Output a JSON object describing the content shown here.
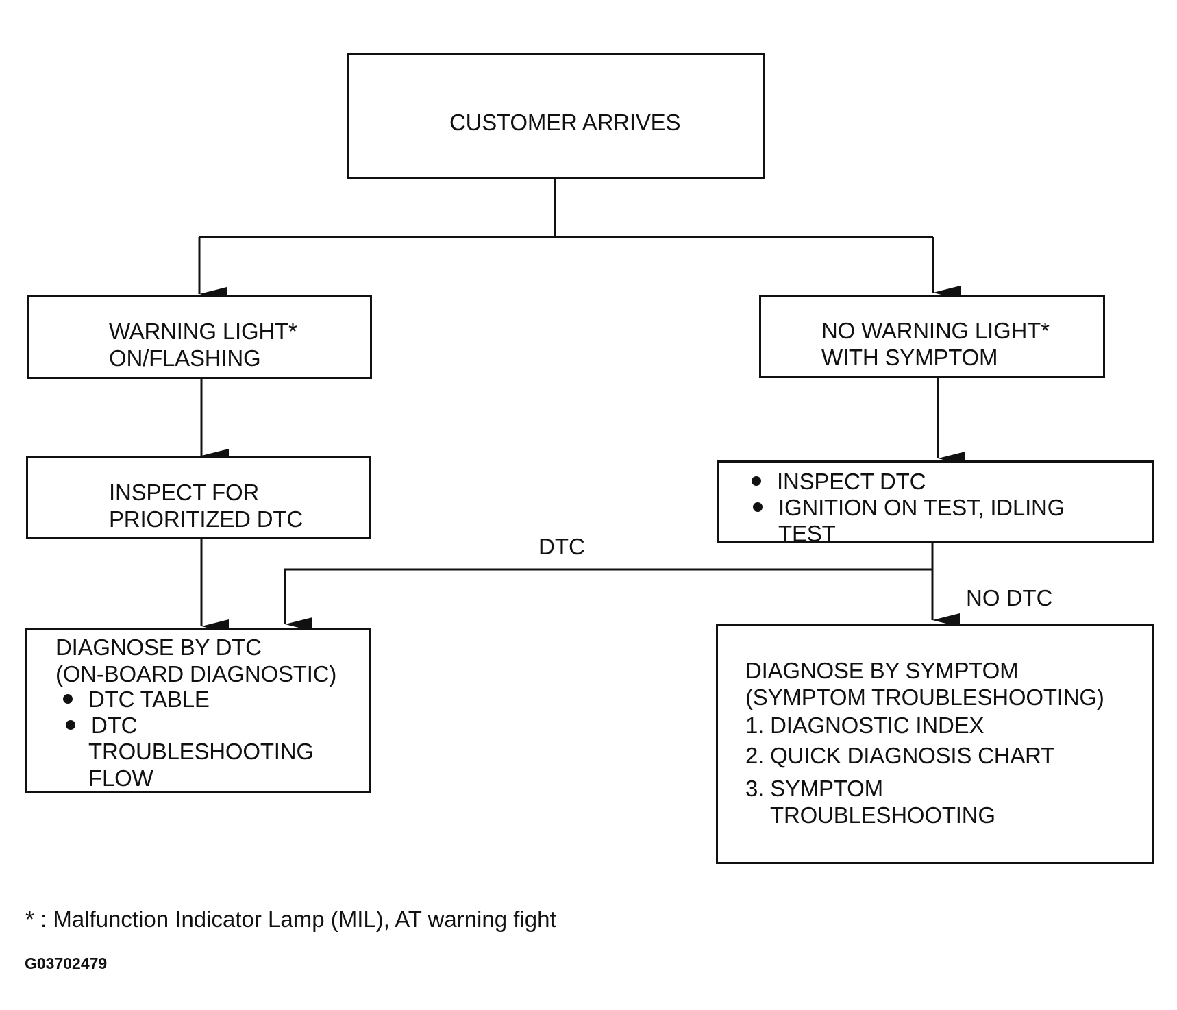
{
  "nodes": {
    "customer_arrives": "CUSTOMER ARRIVES",
    "warning_light": {
      "line1": "WARNING LIGHT*",
      "line2": "ON/FLASHING"
    },
    "no_warning_light": {
      "line1": "NO WARNING LIGHT*",
      "line2": "WITH SYMPTOM"
    },
    "inspect_prioritized": {
      "line1": "INSPECT FOR",
      "line2": "PRIORITIZED DTC"
    },
    "inspect_dtc": {
      "bullet1": "INSPECT DTC",
      "bullet2_line1": "IGNITION ON TEST, IDLING",
      "bullet2_line2": "TEST"
    },
    "diagnose_dtc": {
      "line1": "DIAGNOSE BY DTC",
      "line2": "(ON-BOARD DIAGNOSTIC)",
      "bullet1": "DTC TABLE",
      "bullet2_line1": "DTC",
      "bullet2_line2": "TROUBLESHOOTING",
      "bullet2_line3": "FLOW"
    },
    "diagnose_symptom": {
      "line1": "DIAGNOSE BY SYMPTOM",
      "line2": "(SYMPTOM TROUBLESHOOTING)",
      "item1": "1. DIAGNOSTIC INDEX",
      "item2": "2. QUICK DIAGNOSIS CHART",
      "item3_line1": "3. SYMPTOM",
      "item3_line2": "TROUBLESHOOTING"
    }
  },
  "edge_labels": {
    "dtc": "DTC",
    "no_dtc": "NO DTC"
  },
  "footnote": "* : Malfunction Indicator Lamp (MIL), AT warning fight",
  "figure_id": "G03702479"
}
